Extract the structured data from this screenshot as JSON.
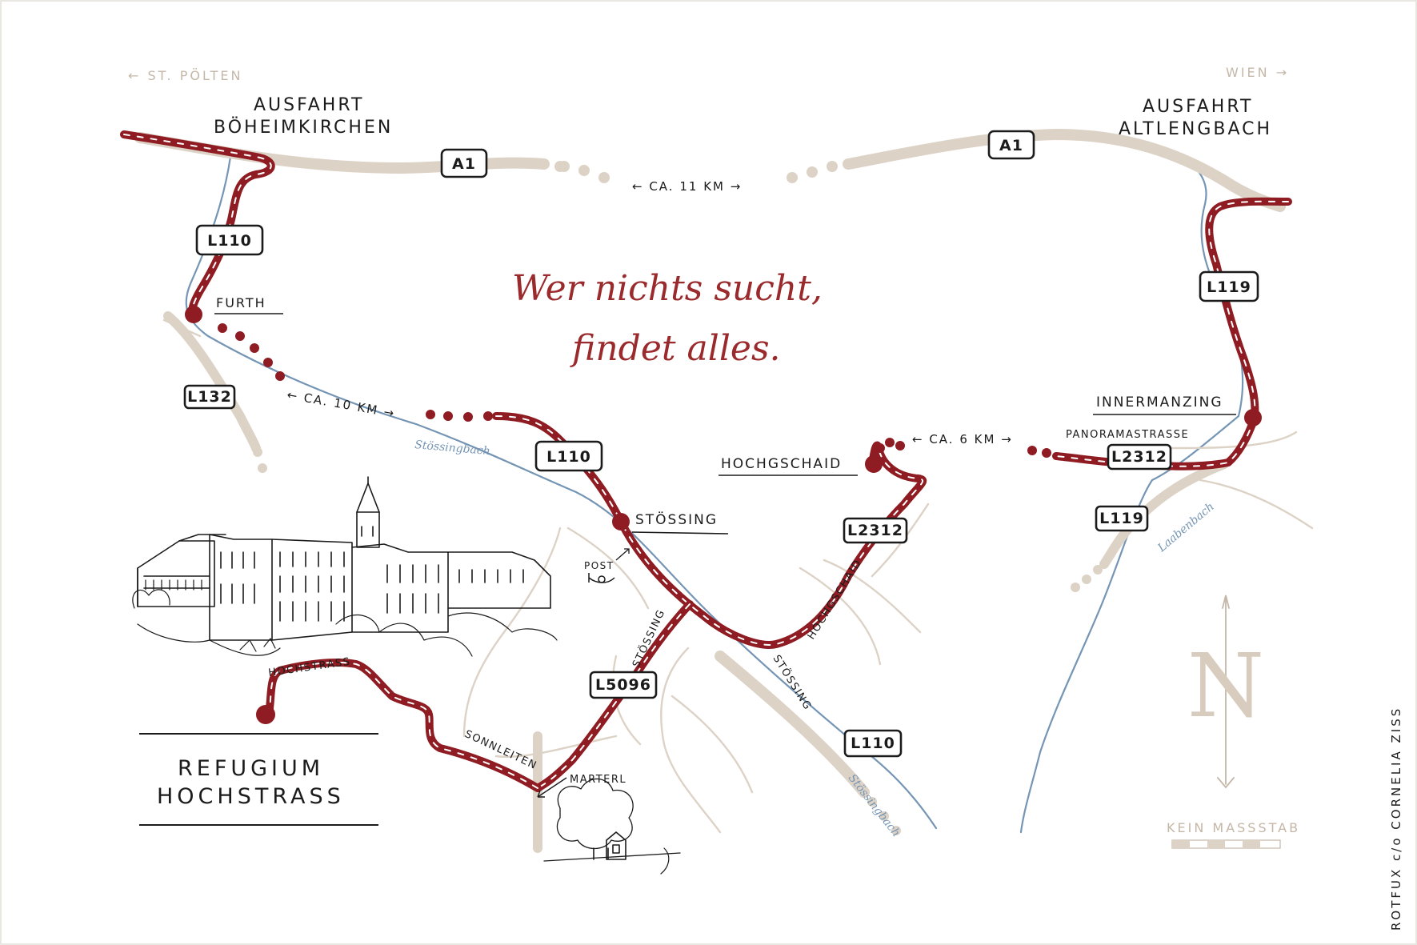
{
  "direction_left": "← ST. PÖLTEN",
  "direction_right": "WIEN →",
  "exits": {
    "left_line1": "AUSFAHRT",
    "left_line2": "BÖHEIMKIRCHEN",
    "right_line1": "AUSFAHRT",
    "right_line2": "ALTLENGBACH"
  },
  "road_signs": {
    "a1_left": "A1",
    "a1_right": "A1",
    "l110_top": "L110",
    "l132": "L132",
    "l110_mid": "L110",
    "l110_bottom": "L110",
    "l5096": "L5096",
    "l2312_left": "L2312",
    "l2312_right": "L2312",
    "l119_top": "L119",
    "l119_bottom": "L119"
  },
  "distances": {
    "a1": "← CA. 11 KM →",
    "furth_stoessing": "← CA. 10 KM →",
    "hochgschaid_panorama": "← CA. 6 KM →"
  },
  "places": {
    "furth": "FURTH",
    "stoessing": "STÖSSING",
    "hochgschaid": "HOCHGSCHAID",
    "innermanzing": "INNERMANZING",
    "panoramastrasse": "PANORAMASTRASSE",
    "post": "POST",
    "marterl": "MARTERL",
    "hochstrass": "HOCHSTRASS"
  },
  "street_labels": {
    "stoessing_1": "STÖSSING",
    "stoessing_2": "STÖSSING",
    "hochgschaid": "HOCHGSCHAID",
    "sonnleiten": "SONNLEITEN"
  },
  "rivers": {
    "stoessingbach_1": "Stössingbach",
    "stoessingbach_2": "Stössingbach",
    "laabenbach": "Laabenbach"
  },
  "slogan": {
    "line1": "Wer nichts sucht,",
    "line2": "findet alles."
  },
  "destination": {
    "line1": "REFUGIUM",
    "line2": "HOCHSTRASS"
  },
  "north_letter": "N",
  "scale_label": "KEIN MASSSTAB",
  "credit": "ROTFUX c/o CORNELIA ZISS",
  "icons": [
    "post-horn-icon",
    "north-arrow-icon",
    "marterl-sketch",
    "building-sketch"
  ],
  "colors": {
    "route": "#8f1c22",
    "highway": "#ddd2c6",
    "river": "#7595b4",
    "text": "#1b1b1b",
    "slogan": "#9a2a2c"
  }
}
